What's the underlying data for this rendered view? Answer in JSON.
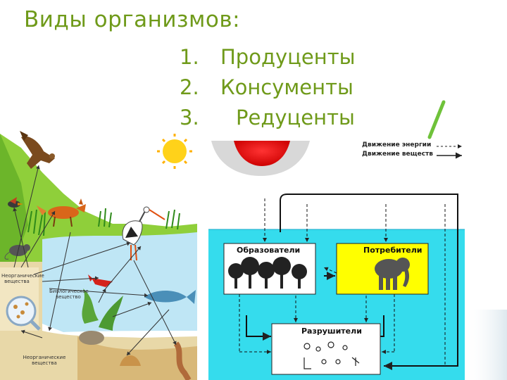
{
  "slide": {
    "title": "Виды организмов:",
    "items": [
      {
        "num": "1.",
        "label": "Продуценты"
      },
      {
        "num": "2.",
        "label": "Консументы"
      },
      {
        "num": "3.",
        "label": "Редуценты"
      }
    ]
  },
  "cycle_diagram": {
    "legend": {
      "energy": "Движение энергии",
      "matter": "Движение веществ"
    },
    "boxes": {
      "producers": "Образователи",
      "consumers": "Потребители",
      "decomposers": "Разрушители"
    }
  },
  "ecosystem": {
    "inorganic_top": "Неорганические вещества",
    "organic_mid": "Биологическое вещество",
    "inorganic_bottom": "Неорганические вещества"
  },
  "colors": {
    "title_green": "#6f9a1a",
    "water_cyan": "#33ddee",
    "producers_bg": "#ffffff",
    "consumers_bg": "#ffff00",
    "sun_red": "#dd0000"
  }
}
